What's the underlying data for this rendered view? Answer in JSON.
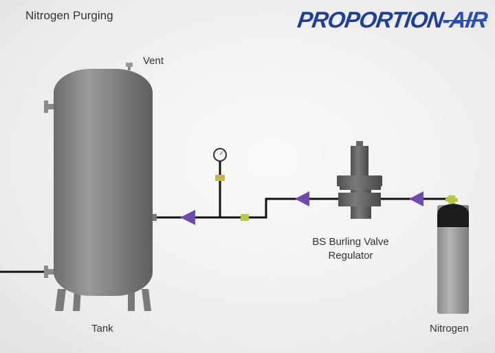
{
  "title": "Nitrogen Purging",
  "logo": {
    "main": "PROPORTION",
    "suffix": "AIR",
    "full_text": "PROPORTION-AIR"
  },
  "labels": {
    "vent": "Vent",
    "regulator_line1": "BS Burling Valve",
    "regulator_line2": "Regulator",
    "tank": "Tank",
    "nitrogen": "Nitrogen"
  },
  "colors": {
    "arrow": "#6b4bb0",
    "fitting": "#b8c83c",
    "pipe": "#111111",
    "equipment": "#777777",
    "logo": "#1f3f9f"
  }
}
